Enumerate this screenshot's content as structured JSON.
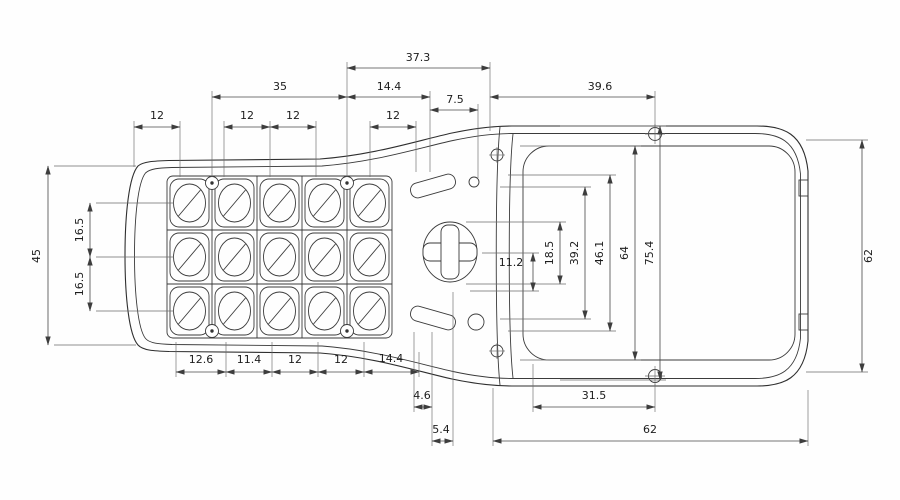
{
  "colors": {
    "background": "#fefefe",
    "outline": "#2e2e2e",
    "dimension_line": "#474747",
    "label": "#1c1c1c"
  },
  "dims": {
    "top_37_3": "37.3",
    "top_35": "35",
    "top_14_4": "14.4",
    "top_7_5": "7.5",
    "top_39_6": "39.6",
    "top_12_1": "12",
    "top_12_2": "12",
    "top_12_3": "12",
    "top_12_4": "12",
    "left_45": "45",
    "left_16_5_upper": "16.5",
    "left_16_5_lower": "16.5",
    "mid_11_2": "11.2",
    "mid_18_5": "18.5",
    "mid_39_2": "39.2",
    "mid_46_1": "46.1",
    "mid_64": "64",
    "mid_75_4": "75.4",
    "right_62": "62",
    "bottom_12_6": "12.6",
    "bottom_11_4": "11.4",
    "bottom_12_1": "12",
    "bottom_12_2": "12",
    "bottom_14_4": "14.4",
    "bottom_4_6": "4.6",
    "bottom_5_4": "5.4",
    "bottom_31_5": "31.5",
    "bottom_62": "62"
  }
}
